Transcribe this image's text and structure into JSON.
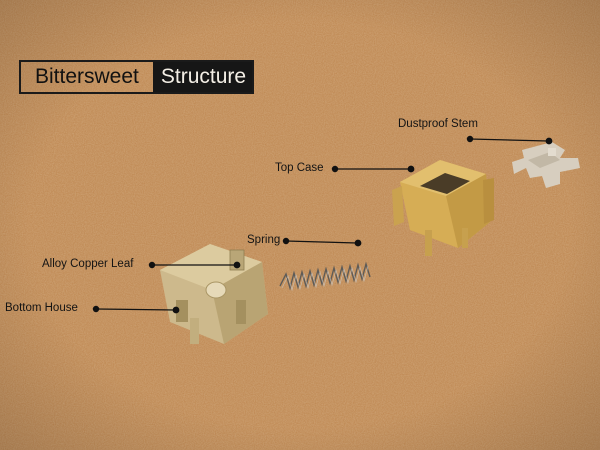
{
  "title": {
    "left": "Bittersweet",
    "right": "Structure"
  },
  "labels": {
    "dustproof_stem": "Dustproof Stem",
    "top_case": "Top Case",
    "spring": "Spring",
    "alloy_copper_leaf": "Alloy Copper Leaf",
    "bottom_house": "Bottom House"
  },
  "colors": {
    "cork": "#c08a55",
    "title_bg": "#161616",
    "top_case": "#d8b25c",
    "housing": "#cdbb91",
    "stem": "#cfc6b6"
  }
}
